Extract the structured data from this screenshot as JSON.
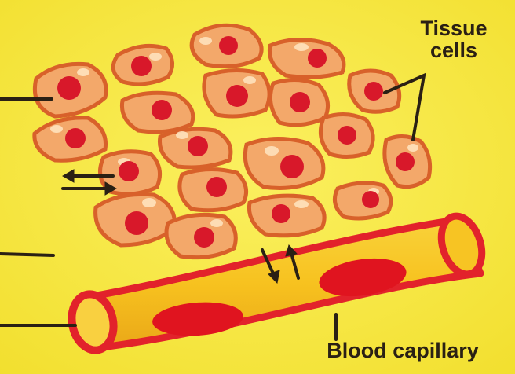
{
  "labels": {
    "tissue_cells_line1": "Tissue",
    "tissue_cells_line2": "cells",
    "blood_capillary": "Blood capillary"
  },
  "colors": {
    "background": "#f5e53a",
    "cell_fill": "#f3a86a",
    "cell_stroke": "#d8612a",
    "nucleus": "#d8182a",
    "capillary_fill": "#f7c423",
    "capillary_stroke": "#e2222b",
    "red_blood_cell": "#e0141f",
    "lines": "#2a2014"
  }
}
